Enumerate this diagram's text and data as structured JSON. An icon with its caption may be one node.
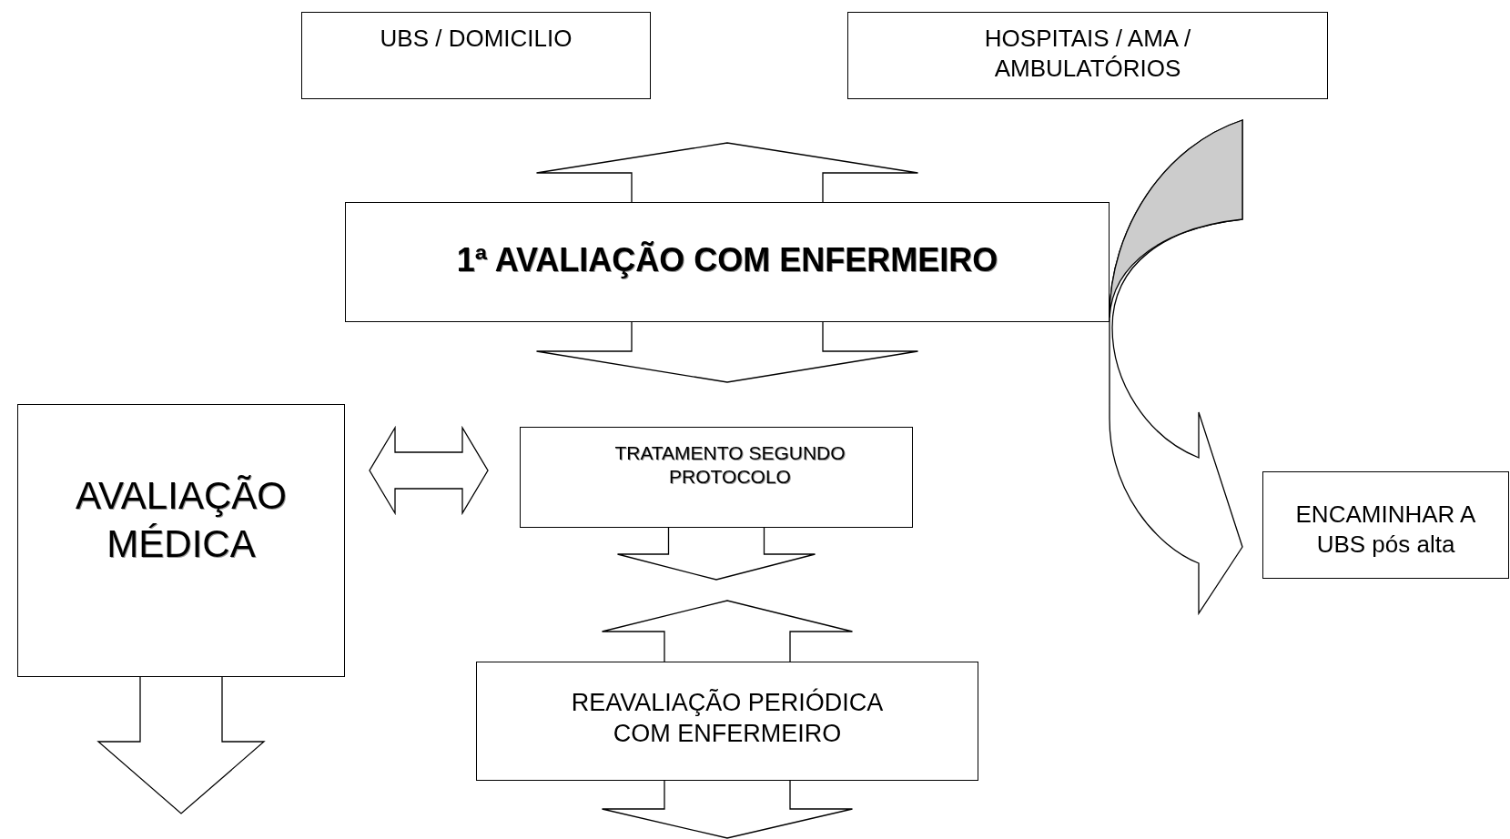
{
  "diagram": {
    "nodes": [
      {
        "text": [
          "UBS / DOMICILIO"
        ]
      },
      {
        "text": [
          "HOSPITAIS / AMA / AMBULATÓRIOS"
        ]
      },
      {
        "text": [
          "1ª AVALIAÇÃO COM ENFERMEIRO"
        ]
      },
      {
        "text": [
          "AVALIAÇÃO MÉDICA"
        ]
      },
      {
        "text": [
          "TRATAMENTO SEGUNDO PROTOCOLO"
        ]
      },
      {
        "text": [
          "REAVALIAÇÃO PERIÓDICA COM ENFERMEIRO"
        ]
      },
      {
        "text": [
          "ENCAMINHAR A UBS pós alta"
        ]
      }
    ],
    "edges": [
      {
        "from": 2,
        "to": null,
        "arrow": "to"
      },
      {
        "from": 2,
        "to": 4,
        "arrow": "to"
      },
      {
        "from": 3,
        "to": 4,
        "arrow": "both"
      },
      {
        "from": 3,
        "to": null,
        "arrow": "to"
      },
      {
        "from": 4,
        "to": 5,
        "arrow": "to"
      },
      {
        "from": 5,
        "to": 4,
        "arrow": "to"
      },
      {
        "from": 5,
        "to": null,
        "arrow": "to"
      },
      {
        "from": 1,
        "to": 6,
        "arrow": "to"
      }
    ]
  }
}
